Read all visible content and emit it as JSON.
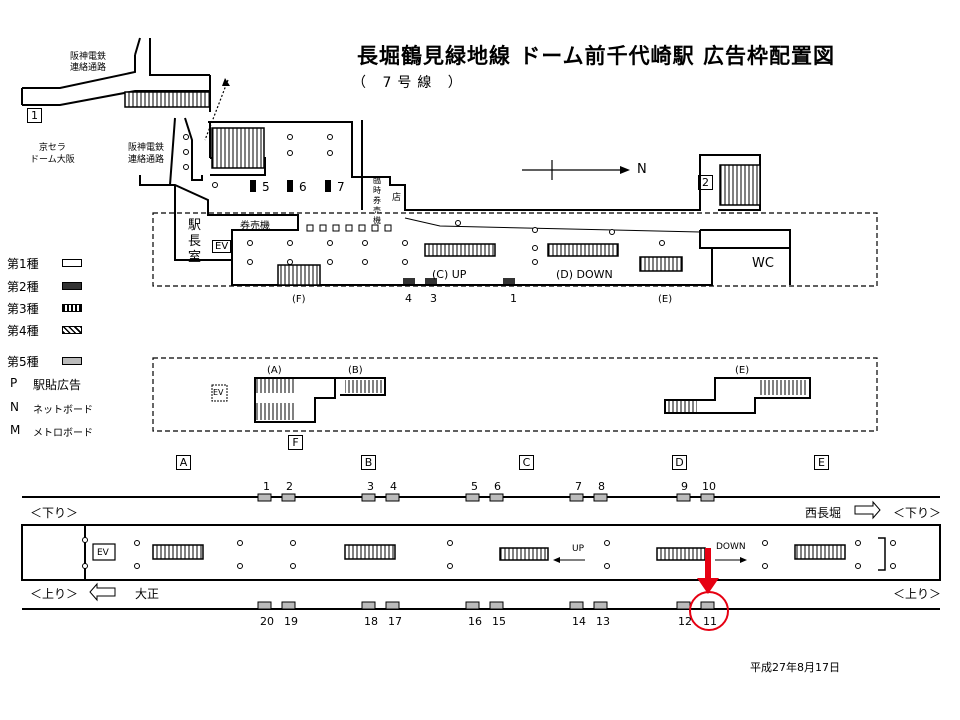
{
  "title": "長堀鶴見緑地線 ドーム前千代崎駅 広告枠配置図",
  "subtitle": "（ 7号線 ）",
  "date": "平成27年8月17日",
  "colors": {
    "highlight": "#e60012",
    "type2": "#333333",
    "type5": "#bbbbbb",
    "type1": "#ffffff"
  },
  "legend": [
    {
      "label": "第1種",
      "swatch": "type1"
    },
    {
      "label": "第2種",
      "swatch": "type2"
    },
    {
      "label": "第3種",
      "swatch": "type3"
    },
    {
      "label": "第4種",
      "swatch": "type4"
    },
    {
      "label": "第5種",
      "swatch": "type5"
    }
  ],
  "legend_letters": [
    {
      "key": "P",
      "label": "駅貼広告"
    },
    {
      "key": "N",
      "label": "ネットボード"
    },
    {
      "key": "M",
      "label": "メトロボード"
    }
  ],
  "concourse": {
    "exit1": "1",
    "exit2": "2",
    "hanshin_top": "阪神電鉄\n連絡通路",
    "hanshin_mid": "阪神電鉄\n連絡通路",
    "kyocera": "京セラ\nドーム大阪",
    "north": "N",
    "station_office": "駅長室",
    "ticket_machines": "券売機",
    "temp_ticket": "臨時券売機",
    "shop": "店",
    "ev": "EV",
    "wc": "WC",
    "board_numbers": [
      "5",
      "6",
      "7"
    ],
    "up_label": "(C)  UP",
    "down_label": "(D)  DOWN",
    "bottom_ads": [
      "4",
      "3",
      "1"
    ],
    "exit_F": "(F)",
    "exit_E": "(E)"
  },
  "middle": {
    "A": "(A)",
    "B": "(B)",
    "E": "(E)",
    "ev": "EV",
    "F": "F"
  },
  "platform": {
    "sections": [
      "A",
      "B",
      "C",
      "D",
      "E"
    ],
    "top_numbers": [
      "1",
      "2",
      "3",
      "4",
      "5",
      "6",
      "7",
      "8",
      "9",
      "10"
    ],
    "bottom_numbers": [
      "20",
      "19",
      "18",
      "17",
      "16",
      "15",
      "14",
      "13",
      "12",
      "11"
    ],
    "down_left": "＜下り＞",
    "down_right": "＜下り＞",
    "up_left": "＜上り＞",
    "up_right": "＜上り＞",
    "nishi": "西長堀",
    "taisho": "大正",
    "ev": "EV",
    "up": "UP",
    "down": "DOWN",
    "highlighted_ad": "11"
  }
}
